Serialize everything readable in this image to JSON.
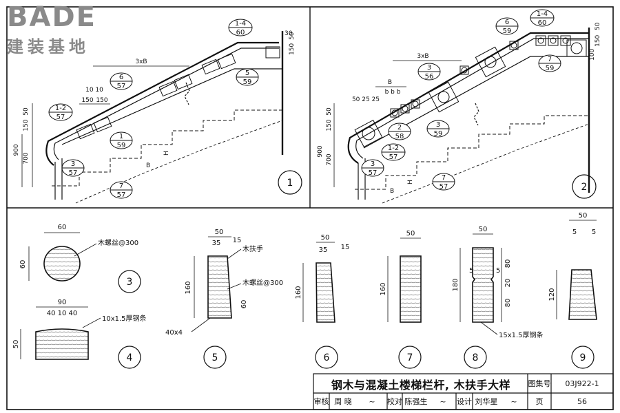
{
  "logo": {
    "brand": "BADE",
    "subtitle": "建装基地"
  },
  "detail_1": {
    "number": "1",
    "dims": {
      "spacing": "3xB",
      "d10_10": "10 10",
      "d150": "150",
      "d150b": "150",
      "h50": "50",
      "h150": "150",
      "h900": "900",
      "h700": "700",
      "top30": "30",
      "top50": "50",
      "top150": "150",
      "stair_B": "B",
      "stair_H": "H"
    },
    "refs": [
      {
        "top": "1-4",
        "bottom": "60"
      },
      {
        "top": "6",
        "bottom": "57"
      },
      {
        "top": "5",
        "bottom": "59"
      },
      {
        "top": "1-2",
        "bottom": "57"
      },
      {
        "top": "1",
        "bottom": "59"
      },
      {
        "top": "3",
        "bottom": "57"
      },
      {
        "top": "7",
        "bottom": "57"
      }
    ]
  },
  "detail_2": {
    "number": "2",
    "dims": {
      "spacing": "3xB",
      "B": "B",
      "bbb": "b b b",
      "d50_25_25": "50 25 25",
      "h50": "50",
      "h150": "150",
      "h900": "900",
      "h700": "700",
      "top50": "50",
      "top150": "150",
      "top100": "100",
      "stair_B": "B",
      "stair_H": "H"
    },
    "refs": [
      {
        "top": "6",
        "bottom": "59"
      },
      {
        "top": "1-4",
        "bottom": "60"
      },
      {
        "top": "3",
        "bottom": "56"
      },
      {
        "top": "7",
        "bottom": "59"
      },
      {
        "top": "2",
        "bottom": "58"
      },
      {
        "top": "3",
        "bottom": "59"
      },
      {
        "top": "1-2",
        "bottom": "57"
      },
      {
        "top": "3",
        "bottom": "57"
      },
      {
        "top": "7",
        "bottom": "57"
      }
    ]
  },
  "sections": {
    "s3": {
      "number": "3",
      "width": "60",
      "height": "60",
      "note": "木螺丝@300"
    },
    "s4": {
      "number": "4",
      "width": "90",
      "sub": "40 10 40",
      "height": "50",
      "note": "10x1.5厚钢条"
    },
    "s5": {
      "number": "5",
      "w1": "50",
      "w2": "35",
      "w3": "15",
      "height": "160",
      "h2": "60",
      "note1": "木扶手",
      "note2": "木螺丝@300",
      "note3": "40x4"
    },
    "s6": {
      "number": "6",
      "w1": "50",
      "w2": "35",
      "w3": "15",
      "height": "160"
    },
    "s7": {
      "number": "7",
      "width": "50",
      "height": "160"
    },
    "s8": {
      "number": "8",
      "width": "50",
      "height": "180",
      "h_top": "80",
      "h_mid": "20",
      "h_bot": "80",
      "side": "5",
      "side2": "5",
      "note": "15x1.5厚钢条"
    },
    "s9": {
      "number": "9",
      "width": "50",
      "s1": "5",
      "s2": "5",
      "height": "120"
    }
  },
  "title_block": {
    "title": "钢木与混凝土楼梯栏杆, 木扶手大样",
    "atlas_label": "图集号",
    "atlas_no": "03J922-1",
    "review_label": "审核",
    "review_name": "周 晓",
    "check_label": "校对",
    "check_name": "陈强生",
    "design_label": "设计",
    "design_name": "刘华星",
    "page_label": "页",
    "page_no": "56"
  }
}
